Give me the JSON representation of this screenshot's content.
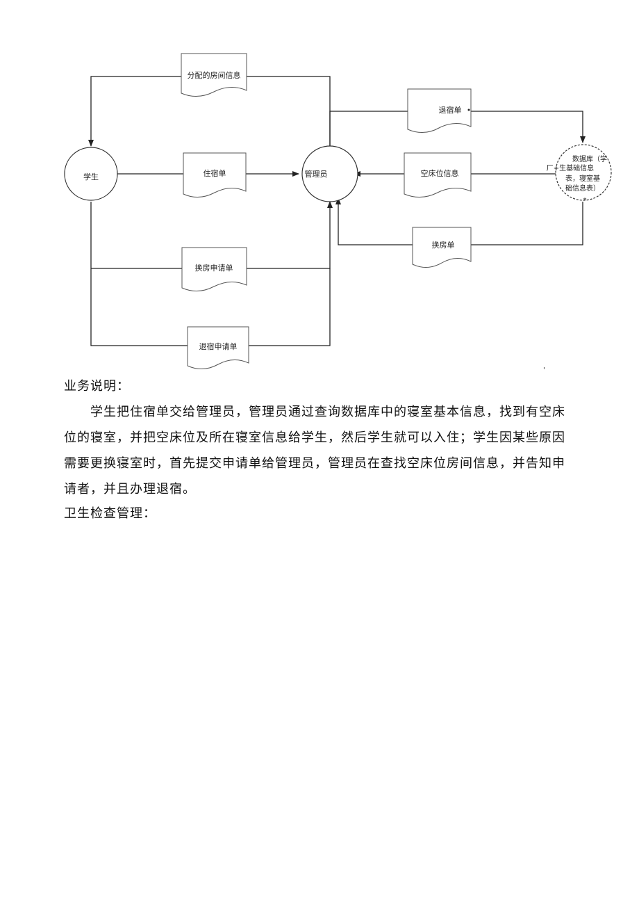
{
  "diagram": {
    "nodes": {
      "student": "学生",
      "manager": "管理员",
      "database": [
        "数据库（学",
        "厂+生基础信息",
        "表，寝室基",
        "础信息表）"
      ]
    },
    "documents": {
      "assigned_room_info": "分配的房间信息",
      "checkin_form": "住宿单",
      "room_change_application": "换房申请单",
      "checkout_application": "退宿申请单",
      "checkout_form": "退宿单",
      "vacant_bed_info": "空床位信息",
      "room_change_form": "换房单"
    },
    "marks": {
      "star": "*",
      "tick": "'"
    }
  },
  "document": {
    "heading_business": "业务说明：",
    "business_text": "学生把住宿单交给管理员，管理员通过查询数据库中的寝室基本信息，找到有空床位的寝室，并把空床位及所在寝室信息给学生，然后学生就可以入住；学生因某些原因需要更换寝室时，首先提交申请单给管理员，管理员在查找空床位房间信息，并告知申请者，并且办理退宿。",
    "heading_hygiene": "卫生检查管理："
  }
}
